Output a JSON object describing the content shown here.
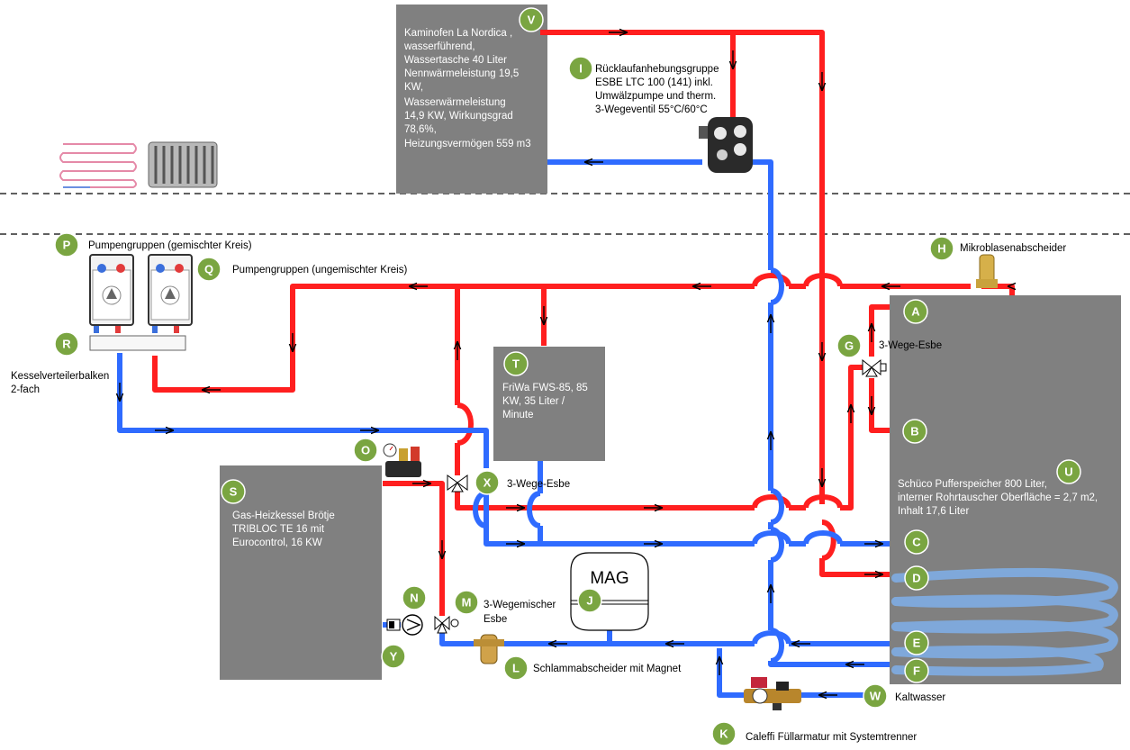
{
  "colors": {
    "supply": "#ff1f1f",
    "return": "#2f6bff",
    "box": "#808080",
    "badge": "#7aa541",
    "badge_text": "#ffffff"
  },
  "labels": {
    "V": "V",
    "I": "I",
    "P": "P",
    "Q": "Q",
    "R": "R",
    "T": "T",
    "H": "H",
    "A": "A",
    "G": "G",
    "B": "B",
    "U": "U",
    "O": "O",
    "X": "X",
    "S": "S",
    "C": "C",
    "D": "D",
    "N": "N",
    "M": "M",
    "J": "J",
    "E": "E",
    "F": "F",
    "Y": "Y",
    "L": "L",
    "W": "W",
    "K": "K"
  },
  "texts": {
    "kaminofen": [
      "Kaminofen La Nordica ,",
      "wasserführend,",
      "Wassertasche 40 Liter",
      "Nennwärmeleistung 19,5",
      "KW,",
      "Wasserwärmeleistung",
      "14,9 KW, Wirkungsgrad",
      "78,6%,",
      "Heizungsvermögen 559 m3"
    ],
    "ruecklauf": [
      "Rücklaufanhebungsgruppe",
      "ESBE LTC 100 (141) inkl.",
      "Umwälzpumpe und therm.",
      "3-Wegeventil 55°C/60°C"
    ],
    "pumpen_gemischt": "Pumpengruppen (gemischter Kreis)",
    "pumpen_ungemischt": "Pumpengruppen (ungemischter Kreis)",
    "kesselverteiler": [
      "Kesselverteilerbalken",
      "2-fach"
    ],
    "friwa": [
      "FriWa FWS-85, 85",
      "KW, 35 Liter /",
      "Minute"
    ],
    "mikroblasen": "Mikroblasenabscheider",
    "wege_esbe_g": "3-Wege-Esbe",
    "puffer": [
      "Schüco Pufferspeicher 800 Liter,",
      "interner Rohrtauscher Oberfläche = 2,7 m2,",
      "Inhalt 17,6 Liter"
    ],
    "wege_esbe_x": "3-Wege-Esbe",
    "gaskessel": [
      "Gas-Heizkessel Brötje",
      "TRIBLOC  TE 16 mit",
      "Eurocontrol, 16 KW"
    ],
    "mischer_m": [
      "3-Wegemischer",
      "Esbe"
    ],
    "mag": "MAG",
    "schlamm": "Schlammabscheider mit Magnet",
    "kaltwasser": "Kaltwasser",
    "caleffi": "Caleffi Füllarmatur mit Systemtrenner"
  },
  "icons": [
    "floor-heating-icon",
    "radiator-icon",
    "pump-group-icon",
    "ltc-pump-group-icon",
    "valve-icon",
    "pump-icon",
    "sludge-separator-icon",
    "air-vent-icon",
    "safety-group-icon",
    "filling-valve-icon"
  ]
}
